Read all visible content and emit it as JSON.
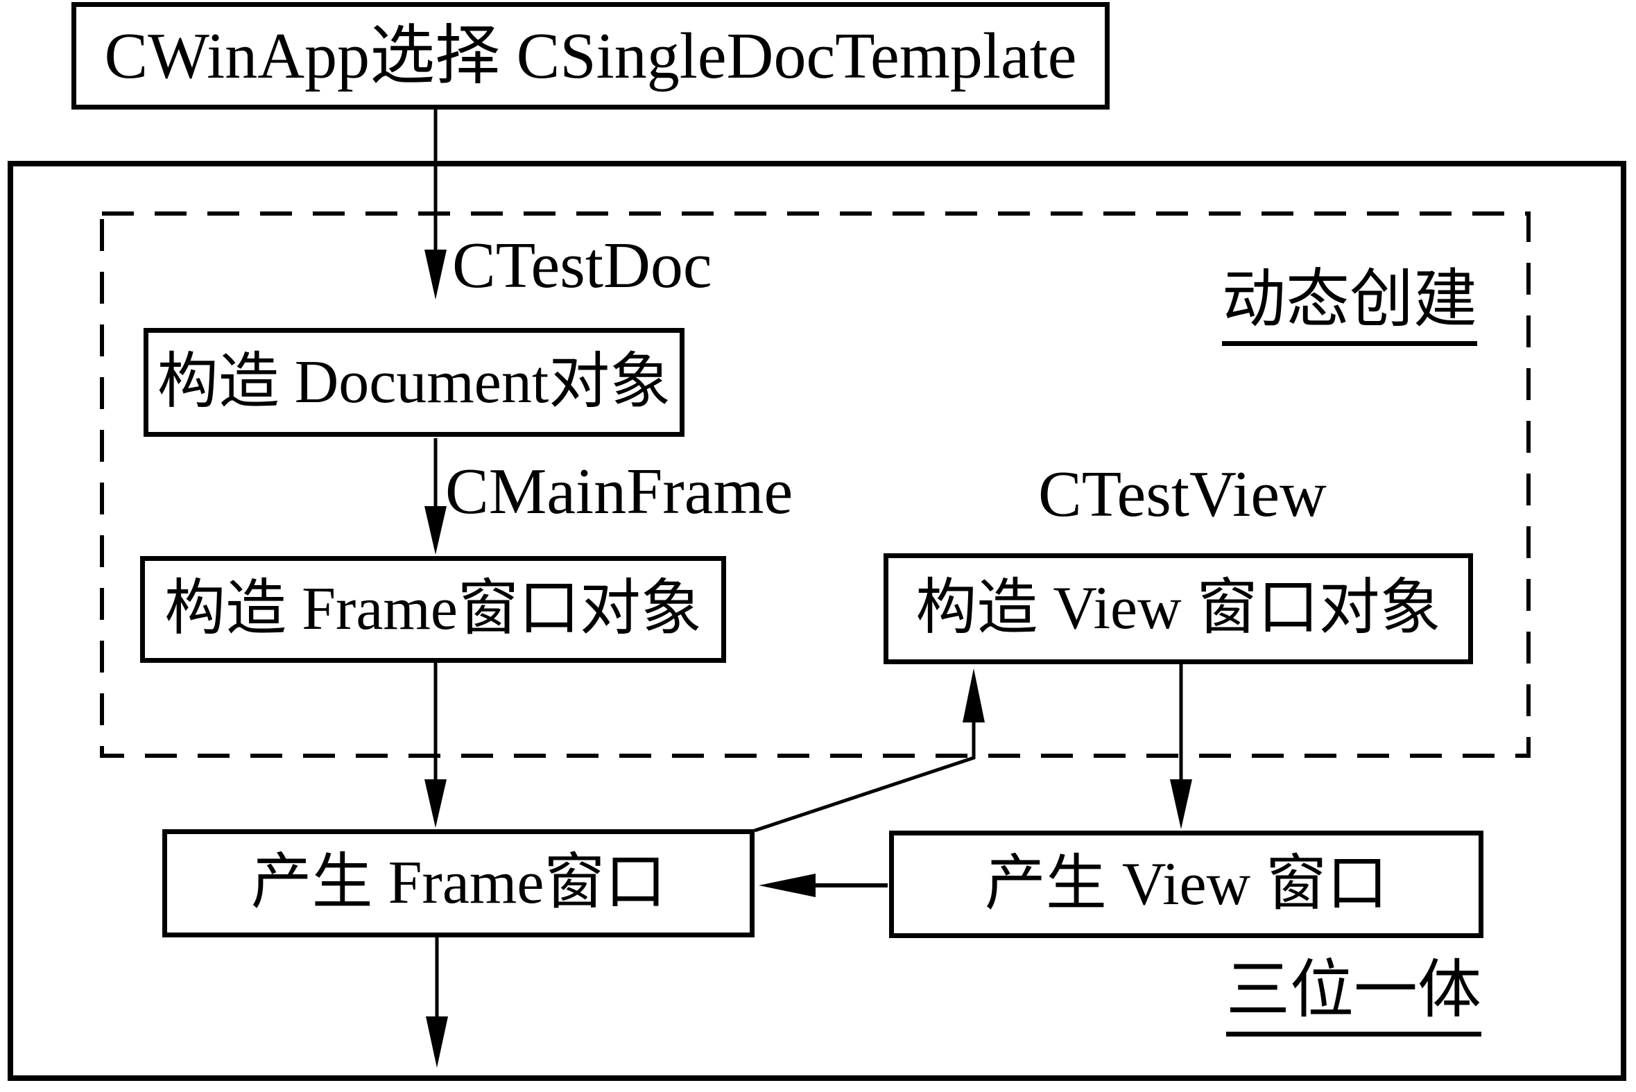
{
  "title_box": {
    "label": "CWinApp选择 CSingleDocTemplate"
  },
  "annotations": {
    "ctestdoc": "CTestDoc",
    "cmainframe": "CMainFrame",
    "ctestview": "CTestView",
    "dynamic_creation": "动态创建",
    "trinity": "三位一体"
  },
  "process_boxes": {
    "construct_document": "构造 Document对象",
    "construct_frame": "构造 Frame窗口对象",
    "construct_view": "构造 View 窗口对象",
    "create_frame": "产生 Frame窗口",
    "create_view": "产生 View 窗口"
  },
  "colors": {
    "line": "#000000",
    "background": "#ffffff",
    "text": "#000000"
  }
}
